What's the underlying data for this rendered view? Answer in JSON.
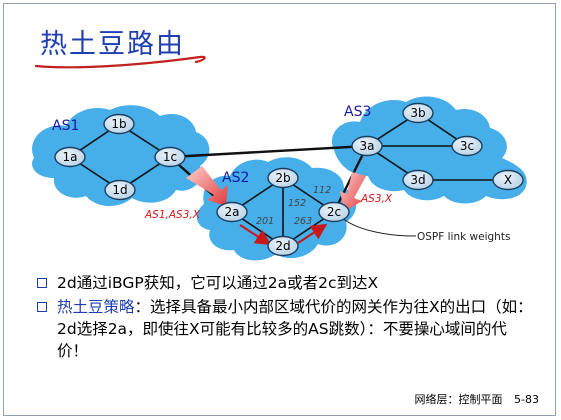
{
  "slide": {
    "title": "热土豆路由",
    "footer_section": "网络层：控制平面",
    "footer_page": "5-83"
  },
  "diagram": {
    "as_labels": [
      "AS1",
      "AS2",
      "AS3"
    ],
    "routers": {
      "1a": "1a",
      "1b": "1b",
      "1c": "1c",
      "1d": "1d",
      "2a": "2a",
      "2b": "2b",
      "2c": "2c",
      "2d": "2d",
      "3a": "3a",
      "3b": "3b",
      "3c": "3c",
      "3d": "3d",
      "x": "X"
    },
    "link_weights": [
      "201",
      "152",
      "263",
      "112"
    ],
    "advert_as1": "AS1,AS3,X",
    "advert_as3": "AS3,X",
    "callout": "OSPF link weights",
    "colors": {
      "cloud": "#46aee8",
      "router": "#c6dced",
      "router_stroke": "#1a3d60",
      "advert_text": "#d01818",
      "arrow_red": "#e05050"
    }
  },
  "bullets": [
    {
      "text": "2d通过iBGP获知，它可以通过2a或者2c到达X"
    },
    {
      "term": "热土豆策略",
      "text": "：选择具备最小内部区域代价的网关作为往X的出口（如：2d选择2a，即使往X可能有比较多的AS跳数）：不要操心域间的代价！"
    }
  ]
}
